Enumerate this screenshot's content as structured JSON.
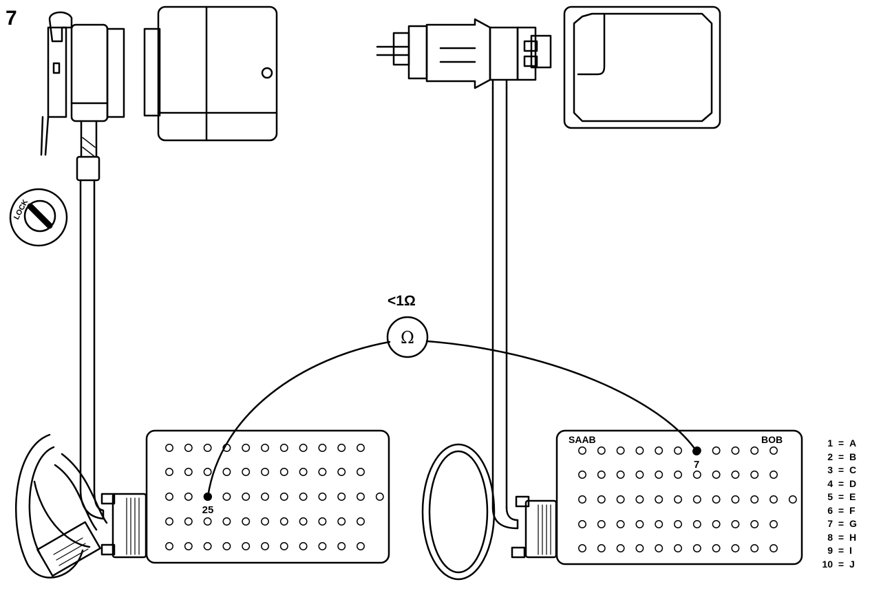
{
  "step_number": "7",
  "lock_label": "LOCK",
  "meter": {
    "reading": "<1Ω",
    "symbol": "Ω"
  },
  "left_box": {
    "pin_label": "25"
  },
  "right_box": {
    "brand_left": "SAAB",
    "brand_right": "BOB",
    "pin_label": "7"
  },
  "legend": [
    {
      "num": "1",
      "letter": "A"
    },
    {
      "num": "2",
      "letter": "B"
    },
    {
      "num": "3",
      "letter": "C"
    },
    {
      "num": "4",
      "letter": "D"
    },
    {
      "num": "5",
      "letter": "E"
    },
    {
      "num": "6",
      "letter": "F"
    },
    {
      "num": "7",
      "letter": "G"
    },
    {
      "num": "8",
      "letter": "H"
    },
    {
      "num": "9",
      "letter": "I"
    },
    {
      "num": "10",
      "letter": "J"
    }
  ]
}
